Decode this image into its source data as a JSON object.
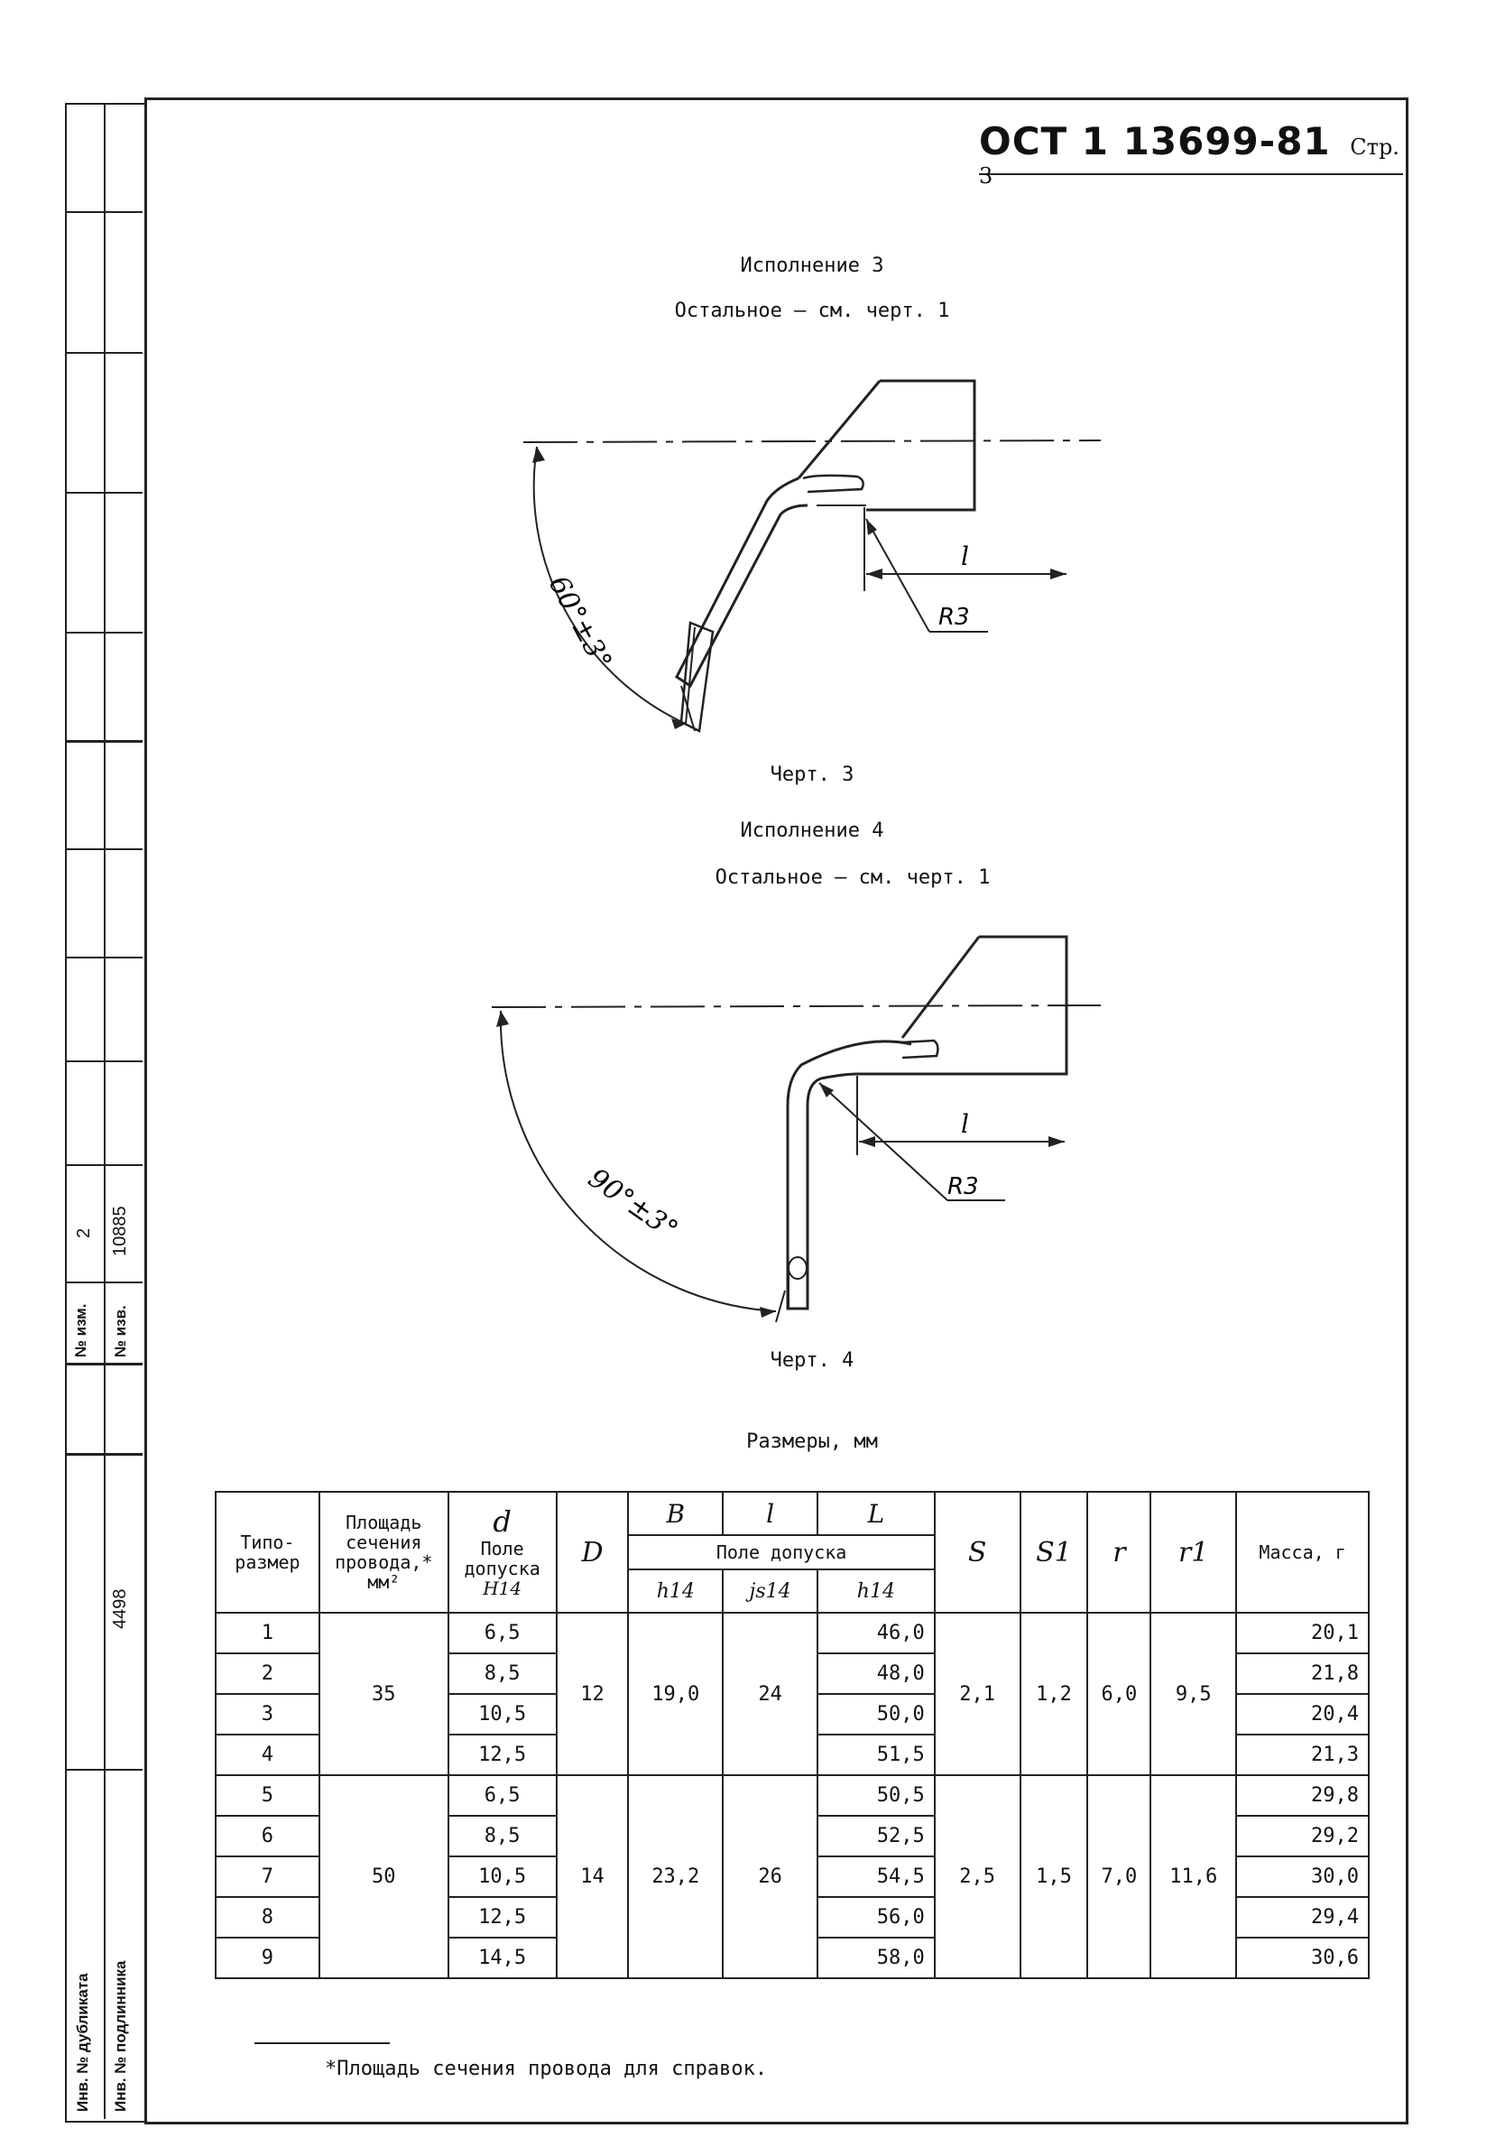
{
  "header": {
    "code": "ОСТ 1 13699-81",
    "page": "Стр. 3"
  },
  "variant3": {
    "title": "Исполнение 3",
    "note": "Остальное – см. черт. 1",
    "caption": "Черт. 3",
    "angle": "60°±3°",
    "length": "l",
    "radius": "R3"
  },
  "variant4": {
    "title": "Исполнение 4",
    "note": "Остальное – см. черт. 1",
    "caption": "Черт. 4",
    "angle": "90°±3°",
    "length": "l",
    "radius": "R3"
  },
  "sidebar": {
    "change_label": "№ изм.",
    "change_value": "2",
    "notice_label": "№ изв.",
    "notice_value": "10885",
    "dup_label": "Инв. № дубликата",
    "orig_label": "Инв. № подлинника",
    "orig_value": "4498"
  },
  "table": {
    "title": "Размеры, мм",
    "headers": {
      "type": "Типо-размер",
      "area": "Площадь сечения провода,* мм²",
      "d_sym": "d",
      "d_field": "Поле допуска",
      "d_tol": "H14",
      "D": "D",
      "B": "B",
      "l": "l",
      "L": "L",
      "field": "Поле допуска",
      "B_tol": "h14",
      "l_tol": "js14",
      "L_tol": "h14",
      "S": "S",
      "S1": "S1",
      "r": "r",
      "r1": "r1",
      "mass": "Масса, г"
    },
    "groups": [
      {
        "area": "35",
        "D": "12",
        "B": "19,0",
        "l": "24",
        "S": "2,1",
        "S1": "1,2",
        "r": "6,0",
        "r1": "9,5",
        "rows": [
          {
            "type": "1",
            "d": "6,5",
            "L": "46,0",
            "mass": "20,1"
          },
          {
            "type": "2",
            "d": "8,5",
            "L": "48,0",
            "mass": "21,8"
          },
          {
            "type": "3",
            "d": "10,5",
            "L": "50,0",
            "mass": "20,4"
          },
          {
            "type": "4",
            "d": "12,5",
            "L": "51,5",
            "mass": "21,3"
          }
        ]
      },
      {
        "area": "50",
        "D": "14",
        "B": "23,2",
        "l": "26",
        "S": "2,5",
        "S1": "1,5",
        "r": "7,0",
        "r1": "11,6",
        "rows": [
          {
            "type": "5",
            "d": "6,5",
            "L": "50,5",
            "mass": "29,8"
          },
          {
            "type": "6",
            "d": "8,5",
            "L": "52,5",
            "mass": "29,2"
          },
          {
            "type": "7",
            "d": "10,5",
            "L": "54,5",
            "mass": "30,0"
          },
          {
            "type": "8",
            "d": "12,5",
            "L": "56,0",
            "mass": "29,4"
          },
          {
            "type": "9",
            "d": "14,5",
            "L": "58,0",
            "mass": "30,6"
          }
        ]
      }
    ],
    "footnote": "*Площадь сечения провода для справок."
  }
}
